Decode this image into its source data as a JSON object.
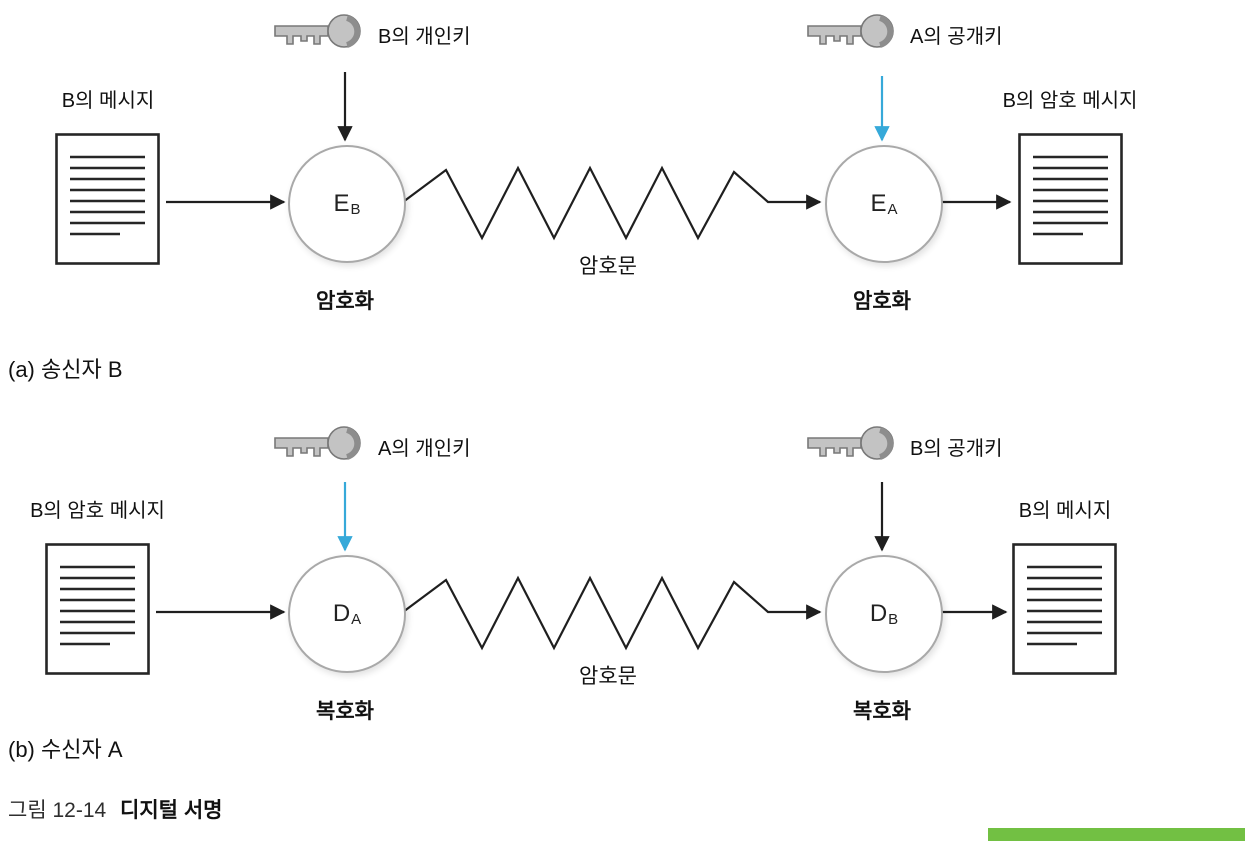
{
  "figure": {
    "caption_prefix": "그림 12-14",
    "caption_title": "디지털 서명"
  },
  "sections": {
    "a": {
      "section_label": "(a) 송신자 B",
      "input_doc_label": "B의 메시지",
      "output_doc_label": "B의 암호 메시지",
      "left_key_label": "B의 개인키",
      "right_key_label": "A의 공개키",
      "left_node_letter": "E",
      "left_node_sub": "B",
      "right_node_letter": "E",
      "right_node_sub": "A",
      "left_node_caption": "암호화",
      "right_node_caption": "암호화",
      "channel_label": "암호문"
    },
    "b": {
      "section_label": "(b) 수신자 A",
      "input_doc_label": "B의 암호 메시지",
      "output_doc_label": "B의 메시지",
      "left_key_label": "A의 개인키",
      "right_key_label": "B의 공개키",
      "left_node_letter": "D",
      "left_node_sub": "A",
      "right_node_letter": "D",
      "right_node_sub": "B",
      "left_node_caption": "복호화",
      "right_node_caption": "복호화",
      "channel_label": "암호문"
    }
  },
  "icons": {
    "key": "key-icon",
    "document": "document-icon"
  },
  "colors": {
    "accent_blue": "#36a9d9",
    "line_dark": "#1f1f1f",
    "key_fill": "#c3c3c3",
    "key_stroke": "#787878",
    "green_bar": "#72c043"
  }
}
